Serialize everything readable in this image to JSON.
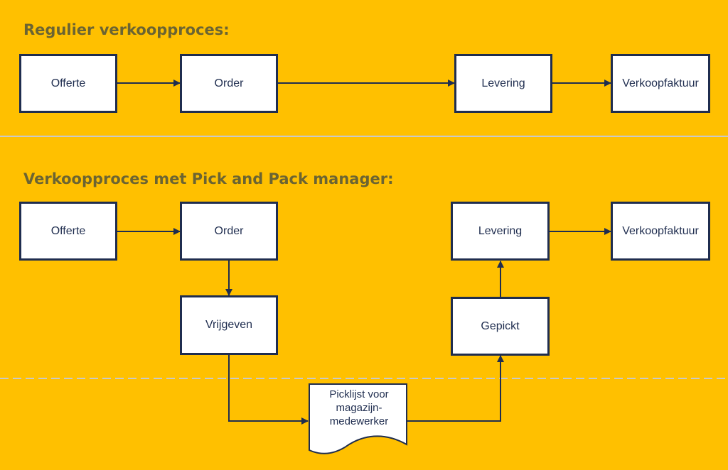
{
  "section_regular": {
    "title": "Regulier verkoopproces:",
    "steps": {
      "offerte": "Offerte",
      "order": "Order",
      "levering": "Levering",
      "verkoopfaktuur": "Verkoopfaktuur"
    }
  },
  "section_pickpack": {
    "title": "Verkoopproces met Pick and Pack manager:",
    "steps": {
      "offerte": "Offerte",
      "order": "Order",
      "levering": "Levering",
      "verkoopfaktuur": "Verkoopfaktuur",
      "vrijgeven": "Vrijgeven",
      "gepickt": "Gepickt"
    },
    "document": {
      "line1": "Picklijst voor",
      "line2": "magazijn-",
      "line3": "medewerker"
    }
  },
  "colors": {
    "background": "#FFC000",
    "box_border": "#1F2D4F",
    "title_text": "#6B6432",
    "separator": "#C9C9C9"
  }
}
